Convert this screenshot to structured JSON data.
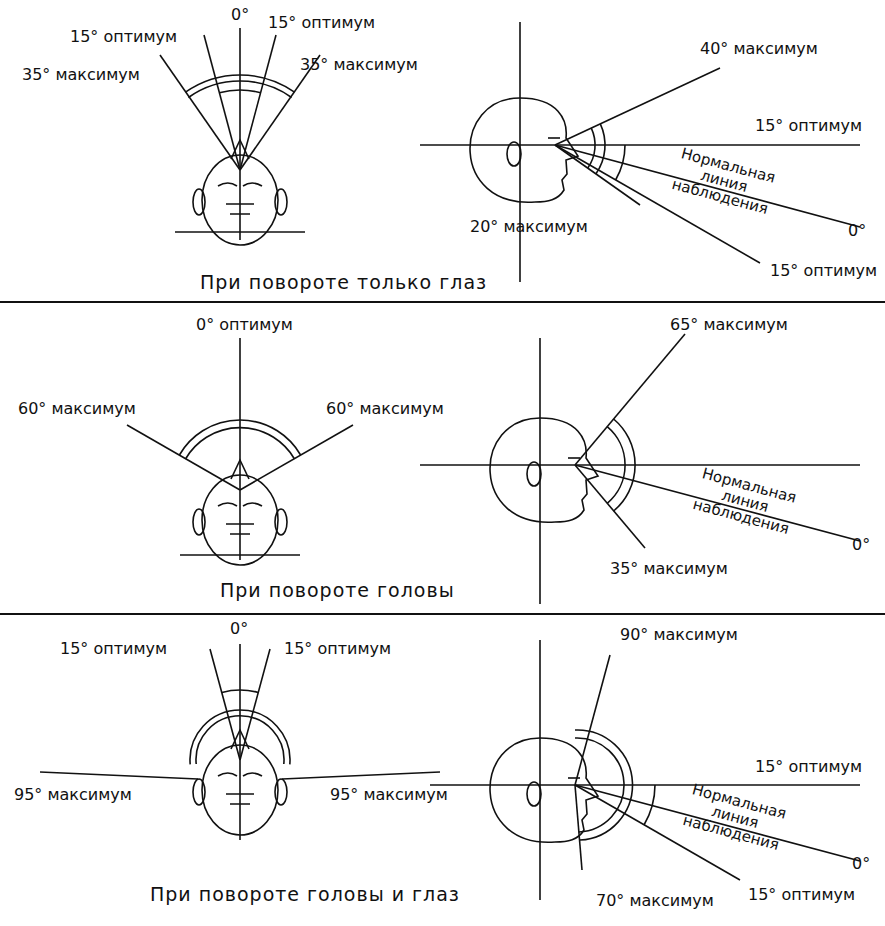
{
  "diagram": {
    "labels": [
      "0°",
      "15° оптимум",
      "15° оптимум",
      "35° максимум",
      "35° максимум",
      "40° максимум",
      "15° оптимум",
      "Нормальная линия наблюдения",
      "0°",
      "20° максимум",
      "15° оптимум",
      "При повороте только глаз",
      "0° оптимум",
      "60° максимум",
      "60° максимум",
      "65° максимум",
      "Нормальная линия наблюдения",
      "0°",
      "35° максимум",
      "При повороте головы",
      "0°",
      "15° оптимум",
      "15° оптимум",
      "95° максимум",
      "95° максимум",
      "90° максимум",
      "15° оптимум",
      "Нормальная линия наблюдения",
      "0°",
      "70° максимум",
      "15° оптимум",
      "При повороте головы и глаз"
    ]
  }
}
